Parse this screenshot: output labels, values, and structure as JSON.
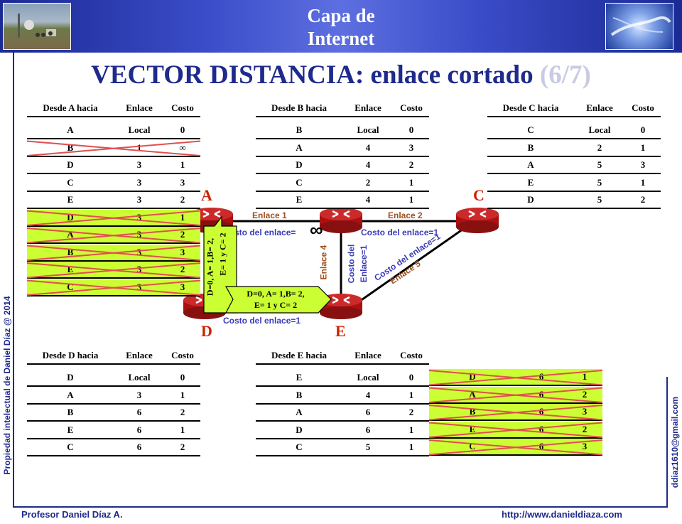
{
  "header": {
    "title_line1": "Capa de",
    "title_line2": "Internet"
  },
  "title": {
    "main": "VECTOR DISTANCIA: enlace cortado",
    "page": "(6/7)"
  },
  "tables": {
    "A": {
      "headers": [
        "Desde A hacia",
        "Enlace",
        "Costo"
      ],
      "rows": [
        [
          "A",
          "Local",
          "0"
        ],
        [
          "B",
          "1",
          "∞"
        ],
        [
          "D",
          "3",
          "1"
        ],
        [
          "C",
          "3",
          "3"
        ],
        [
          "E",
          "3",
          "2"
        ]
      ],
      "received": [
        [
          "D",
          "3",
          "1"
        ],
        [
          "A",
          "3",
          "2"
        ],
        [
          "B",
          "3",
          "3"
        ],
        [
          "E",
          "3",
          "2"
        ],
        [
          "C",
          "3",
          "3"
        ]
      ]
    },
    "B": {
      "headers": [
        "Desde B hacia",
        "Enlace",
        "Costo"
      ],
      "rows": [
        [
          "B",
          "Local",
          "0"
        ],
        [
          "A",
          "4",
          "3"
        ],
        [
          "D",
          "4",
          "2"
        ],
        [
          "C",
          "2",
          "1"
        ],
        [
          "E",
          "4",
          "1"
        ]
      ]
    },
    "C": {
      "headers": [
        "Desde C hacia",
        "Enlace",
        "Costo"
      ],
      "rows": [
        [
          "C",
          "Local",
          "0"
        ],
        [
          "B",
          "2",
          "1"
        ],
        [
          "A",
          "5",
          "3"
        ],
        [
          "E",
          "5",
          "1"
        ],
        [
          "D",
          "5",
          "2"
        ]
      ]
    },
    "D": {
      "headers": [
        "Desde D hacia",
        "Enlace",
        "Costo"
      ],
      "rows": [
        [
          "D",
          "Local",
          "0"
        ],
        [
          "A",
          "3",
          "1"
        ],
        [
          "B",
          "6",
          "2"
        ],
        [
          "E",
          "6",
          "1"
        ],
        [
          "C",
          "6",
          "2"
        ]
      ]
    },
    "E": {
      "headers": [
        "Desde E hacia",
        "Enlace",
        "Costo"
      ],
      "rows": [
        [
          "E",
          "Local",
          "0"
        ],
        [
          "B",
          "4",
          "1"
        ],
        [
          "A",
          "6",
          "2"
        ],
        [
          "D",
          "6",
          "1"
        ],
        [
          "C",
          "5",
          "1"
        ]
      ],
      "received": [
        [
          "D",
          "6",
          "1"
        ],
        [
          "A",
          "6",
          "2"
        ],
        [
          "B",
          "6",
          "3"
        ],
        [
          "E",
          "6",
          "2"
        ],
        [
          "C",
          "6",
          "3"
        ]
      ]
    }
  },
  "nodes": {
    "A": "A",
    "C": "C",
    "D": "D",
    "E": "E"
  },
  "links": {
    "enlace1": "Enlace 1",
    "enlace1_cost": "Costo del enlace=",
    "infinity": "∞",
    "enlace2": "Enlace 2",
    "enlace2_cost": "Costo del enlace=1",
    "enlace4": "Enlace 4",
    "enlace4_cost_1": "Costo del",
    "enlace4_cost_2": "Enlace=1",
    "enlace5": "Enlace 5",
    "enlace5_cost": "Costo del enlace=1",
    "enlace6_cost": "Costo del enlace=1"
  },
  "callouts": {
    "vertical_1": "D=0, A= 1,B= 2,",
    "vertical_2": "E= 1 y C= 2",
    "horizontal_1": "D=0, A= 1,B= 2,",
    "horizontal_2": "E= 1 y C= 2"
  },
  "footer": {
    "left": "Profesor Daniel Díaz A.",
    "right": "http://www.danieldiaza.com",
    "side_left": "Propiedad intelectual de Daniel Díaz @ 2014",
    "side_right": "ddiaz1610@gmail.com"
  },
  "colors": {
    "accent": "#1e2a8c",
    "highlight": "#ccff33",
    "cross": "#e05050",
    "link_label": "#a0501e",
    "cost_label": "#3b3bb8"
  }
}
